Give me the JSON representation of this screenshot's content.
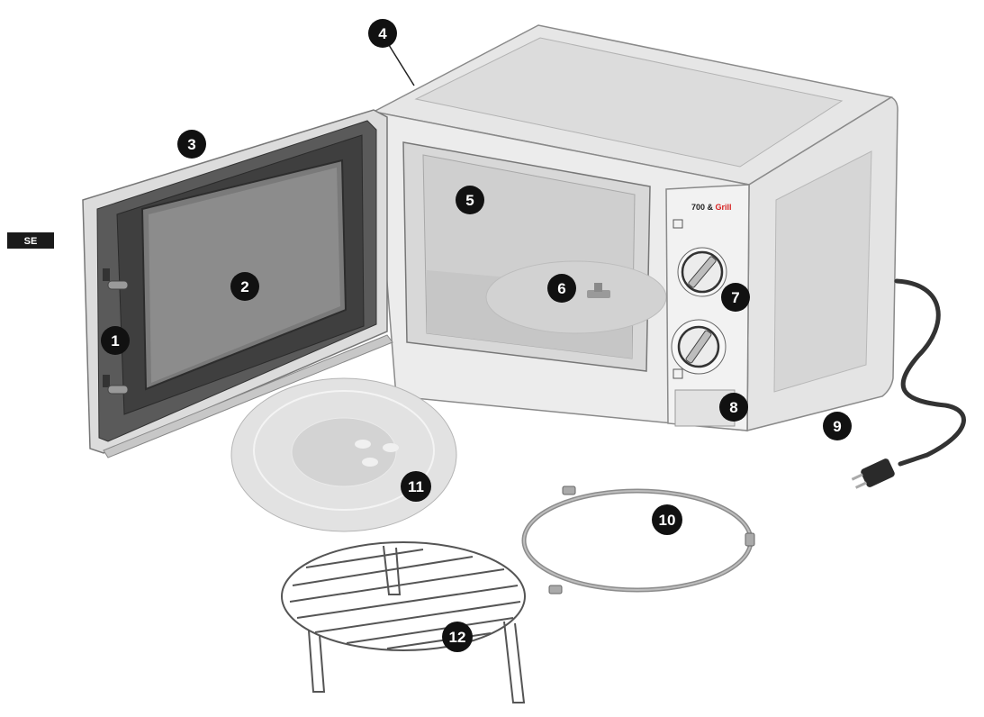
{
  "language_tag": "SE",
  "brand": {
    "prefix": "700 & ",
    "suffix": "Grill"
  },
  "colors": {
    "body": "#e9e9e9",
    "body_stroke": "#8a8a8a",
    "callout_fill": "#111111",
    "accent": "#d62020"
  },
  "callouts": [
    {
      "id": "1",
      "label": "1"
    },
    {
      "id": "2",
      "label": "2"
    },
    {
      "id": "3",
      "label": "3"
    },
    {
      "id": "4",
      "label": "4"
    },
    {
      "id": "5",
      "label": "5"
    },
    {
      "id": "6",
      "label": "6"
    },
    {
      "id": "7",
      "label": "7"
    },
    {
      "id": "8",
      "label": "8"
    },
    {
      "id": "9",
      "label": "9"
    },
    {
      "id": "10",
      "label": "10"
    },
    {
      "id": "11",
      "label": "11"
    },
    {
      "id": "12",
      "label": "12"
    }
  ]
}
